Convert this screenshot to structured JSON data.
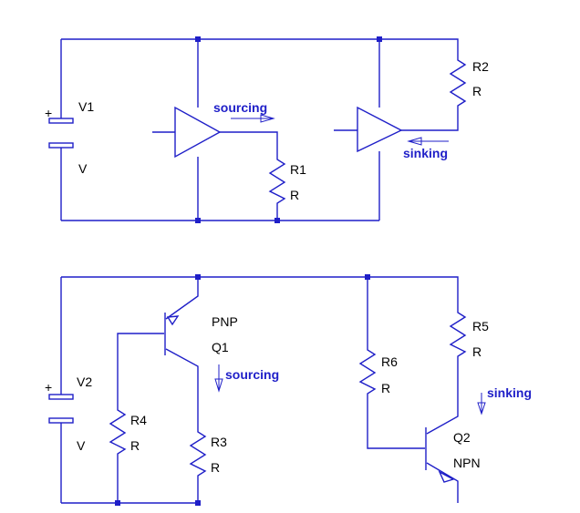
{
  "colors": {
    "wire": "#1f1fc8",
    "label": "#000000",
    "annotation": "#1f1fc8",
    "background": "#ffffff"
  },
  "top_circuit": {
    "source": {
      "name": "V1",
      "value": "V",
      "polarity": "+"
    },
    "resistor_load": {
      "name": "R1",
      "value": "R"
    },
    "resistor_pullup": {
      "name": "R2",
      "value": "R"
    },
    "annotation_sourcing": "sourcing",
    "annotation_sinking": "sinking"
  },
  "bottom_circuit": {
    "source": {
      "name": "V2",
      "value": "V",
      "polarity": "+"
    },
    "pnp": {
      "name": "Q1",
      "type": "PNP"
    },
    "npn": {
      "name": "Q2",
      "type": "NPN"
    },
    "r3": {
      "name": "R3",
      "value": "R"
    },
    "r4": {
      "name": "R4",
      "value": "R"
    },
    "r5": {
      "name": "R5",
      "value": "R"
    },
    "r6": {
      "name": "R6",
      "value": "R"
    },
    "annotation_sourcing": "sourcing",
    "annotation_sinking": "sinking"
  }
}
